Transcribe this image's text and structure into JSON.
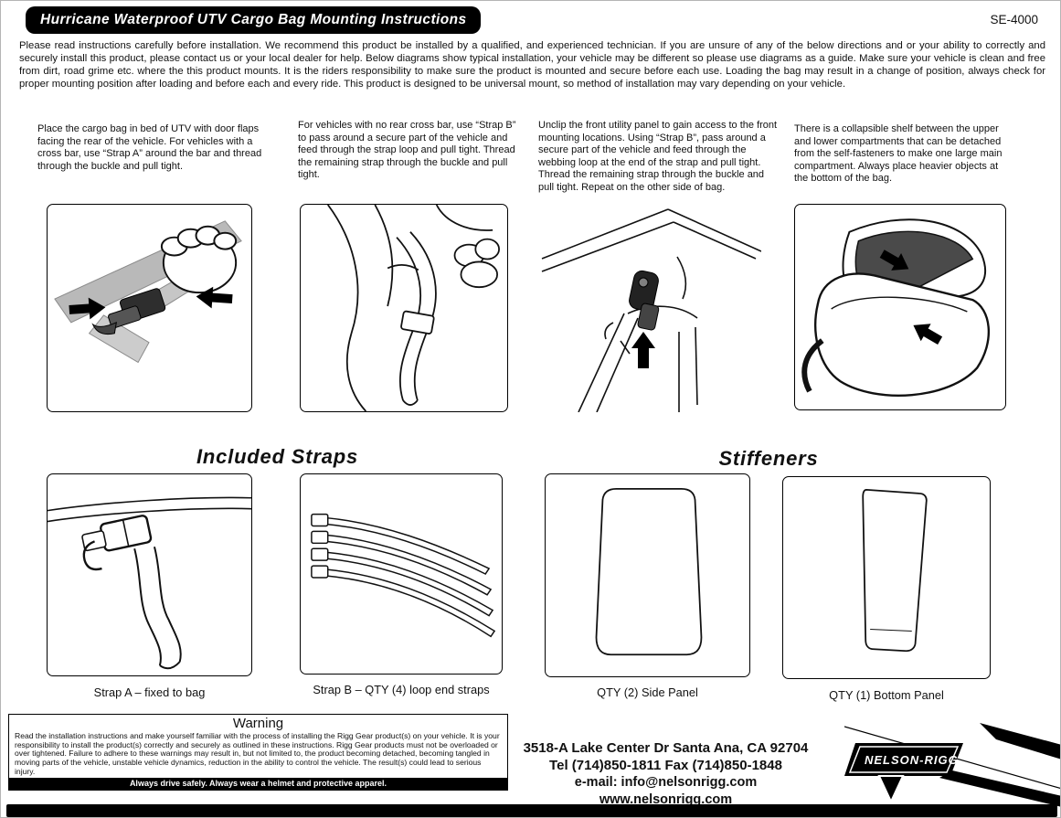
{
  "page": {
    "title": "Hurricane Waterproof UTV Cargo Bag Mounting Instructions",
    "model": "SE-4000",
    "intro": "Please read instructions carefully before installation. We recommend this product be installed by a qualified, and experienced technician. If you are unsure of any of the below directions and or your ability to correctly and securely install this product, please contact us or your local dealer for help. Below diagrams show typical installation, your vehicle may be different so please use diagrams as a guide. Make sure your vehicle is clean and free from dirt, road grime etc. where the this product mounts. It is the riders responsibility to make sure the product is mounted and secure before each use. Loading the bag may result in a change of position, always check for proper mounting position after loading and before each and every ride. This product is designed to be universal mount, so method of installation may vary depending on your vehicle."
  },
  "steps": [
    {
      "text": "Place the cargo bag in bed of UTV with door flaps facing the rear of the vehicle.  For vehicles with a cross bar, use “Strap A” around the bar and thread through the buckle and pull tight."
    },
    {
      "text": "For vehicles with no rear cross bar, use “Strap B” to pass around a secure part of the vehicle and feed through the strap loop and pull tight. Thread the remaining strap through the buckle and pull tight."
    },
    {
      "text": "Unclip the front utility panel to gain access to the front mounting locations.  Using “Strap B”, pass around a secure part of the vehicle and feed through the webbing loop at the end of the strap and pull tight.  Thread the remaining strap through the buckle and pull tight.  Repeat on the other side of bag."
    },
    {
      "text": "There is a collapsible shelf between the upper and lower compartments that can be detached from the self-fasteners to make one large main compartment. Always place heavier objects at the bottom of the bag."
    }
  ],
  "sections": {
    "included_straps": "Included Straps",
    "stiffeners": "Stiffeners"
  },
  "items": [
    {
      "label": "Strap A – fixed to bag"
    },
    {
      "label": "Strap B – QTY (4) loop end straps"
    },
    {
      "label": "QTY (2) Side Panel"
    },
    {
      "label": "QTY (1) Bottom Panel"
    }
  ],
  "warning": {
    "title": "Warning",
    "body": "Read the installation instructions and make yourself familiar with the process of installing the Rigg Gear product(s) on your vehicle.  It is your responsibility to install the product(s) correctly and securely as outlined in these instructions.  Rigg Gear products must not be overloaded or over tightened. Failure to adhere to these warnings may result in, but not limited to, the product becoming detached, becoming tangled in moving parts of the vehicle, unstable vehicle dynamics, reduction in the ability to control the vehicle.  The result(s) could lead to serious injury.",
    "footer": "Always drive safely.  Always wear a helmet and protective apparel."
  },
  "contact": {
    "address": "3518-A Lake Center Dr Santa Ana, CA 92704",
    "phone": "Tel (714)850-1811 Fax (714)850-1848",
    "email": "e-mail: info@nelsonrigg.com www.nelsonrigg.com"
  },
  "logo": {
    "brand": "NELSON-RIGG"
  },
  "figures": {
    "step1": "strap-a-around-crossbar-illustration",
    "step2": "strap-b-around-post-illustration",
    "step3": "front-mount-buckle-illustration",
    "step4": "open-bag-collapsible-shelf-illustration",
    "strap_a": "strap-a-buckle-illustration",
    "strap_b": "four-loop-end-straps-illustration",
    "side_panel": "side-panel-stiffener-illustration",
    "bottom_panel": "bottom-panel-stiffener-illustration"
  },
  "colors": {
    "banner_bg": "#000000",
    "banner_text": "#ffffff",
    "strap_gray": "#b9b9b9"
  }
}
